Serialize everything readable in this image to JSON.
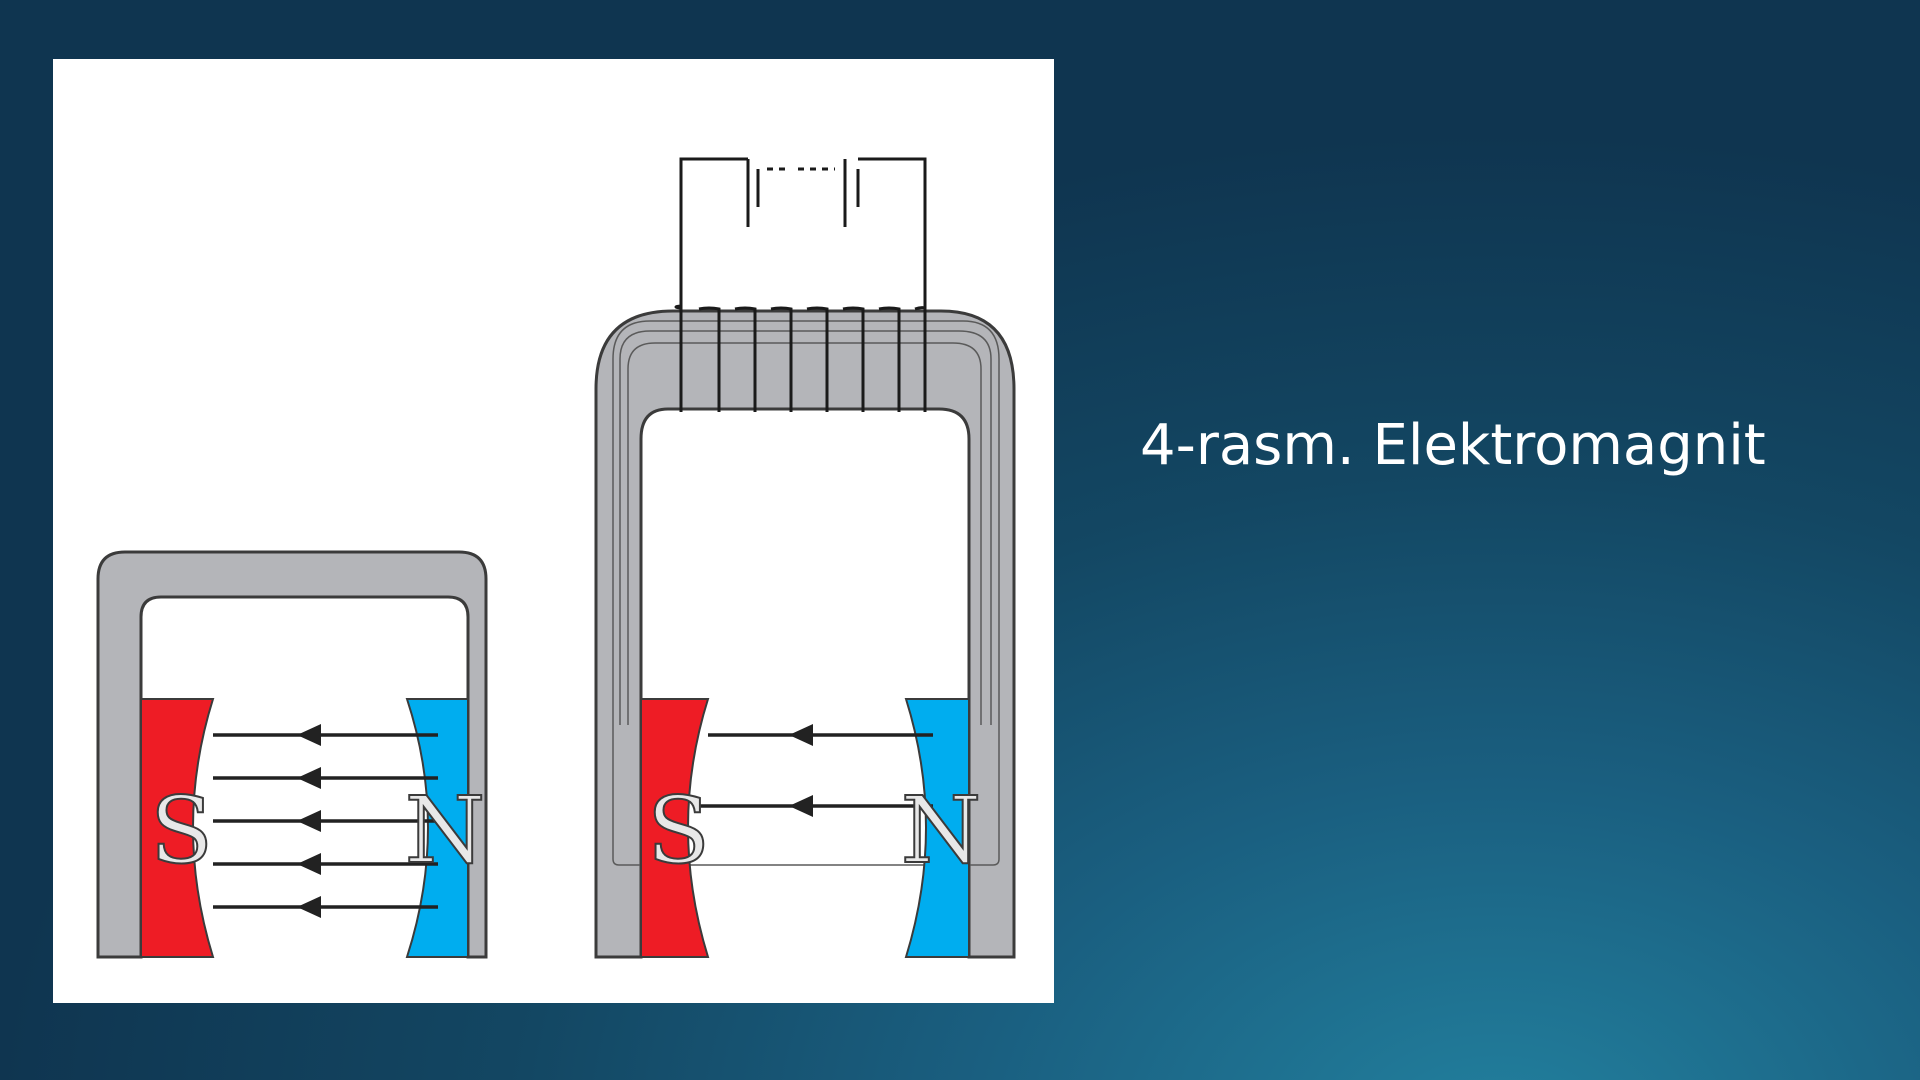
{
  "slide": {
    "caption": "4-rasm. Elektromagnit"
  },
  "diagram": {
    "permanent_magnet": {
      "south_label": "S",
      "north_label": "N",
      "field_line_count": 5
    },
    "electromagnet": {
      "south_label": "S",
      "north_label": "N",
      "field_line_count": 2,
      "coil_turns": 7
    },
    "colors": {
      "south_pole": "#ee1c25",
      "north_pole": "#00adef",
      "core": "#b4b5b9",
      "field_line": "#222222",
      "wire": "#1a1a1a"
    }
  }
}
